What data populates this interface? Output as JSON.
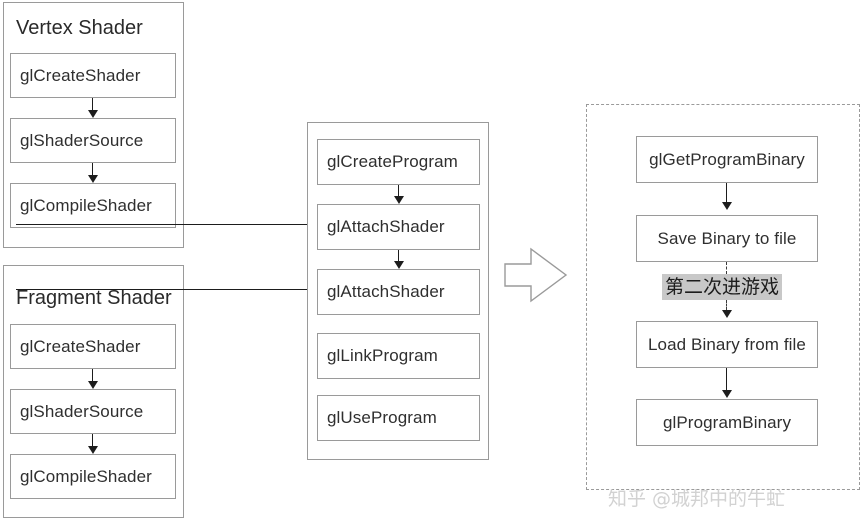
{
  "diagram": {
    "vertex_shader": {
      "title": "Vertex Shader",
      "steps": [
        {
          "label": "glCreateShader"
        },
        {
          "label": "glShaderSource"
        },
        {
          "label": "glCompileShader"
        }
      ]
    },
    "fragment_shader": {
      "title": "Fragment Shader",
      "steps": [
        {
          "label": "glCreateShader"
        },
        {
          "label": "glShaderSource"
        },
        {
          "label": "glCompileShader"
        }
      ]
    },
    "program_group": {
      "steps": [
        {
          "label": "glCreateProgram"
        },
        {
          "label": "glAttachShader"
        },
        {
          "label": "glAttachShader"
        },
        {
          "label": "glLinkProgram"
        },
        {
          "label": "glUseProgram"
        }
      ]
    },
    "binary_group": {
      "steps": [
        {
          "label": "glGetProgramBinary"
        },
        {
          "label": "Save Binary to file"
        },
        {
          "label": "Load Binary from file"
        },
        {
          "label": "glProgramBinary"
        }
      ],
      "highlight_label": "第二次进游戏"
    },
    "transition_arrow": "block-arrow-right",
    "watermark": "知乎 @城邦中的牛虻",
    "colors": {
      "box_border": "#9a9a9a",
      "connector": "#1d1d1d",
      "text": "#2f2f2f",
      "highlight_bg": "#c8c8c8",
      "watermark": "#d2d2d2"
    }
  }
}
